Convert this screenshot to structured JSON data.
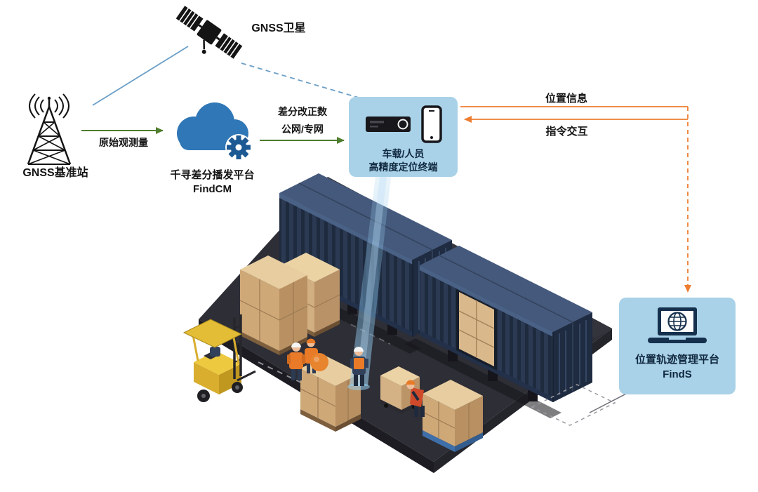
{
  "diagram": {
    "satellite": {
      "label": "GNSS卫星"
    },
    "base_station": {
      "label": "GNSS基准站"
    },
    "cloud": {
      "name": "千寻差分播发平台",
      "product": "FindCM"
    },
    "terminal": {
      "line1": "车载/人员",
      "line2": "高精度定位终端"
    },
    "platform": {
      "name": "位置轨迹管理平台",
      "product": "FindS"
    },
    "edges": {
      "raw_observation": "原始观测量",
      "correction_line1": "差分改正数",
      "correction_line2": "公网/专网",
      "position_info": "位置信息",
      "command_interaction": "指令交互"
    }
  },
  "colors": {
    "node_box_bg": "#a9d2e8",
    "cloud_blue": "#2f77b6",
    "gear_blue": "#1d5a94",
    "green_arrow": "#4e7d2e",
    "orange_arrow": "#ed7d31",
    "link_blue": "#6b9fc7",
    "beam_blue": "#7db9e0",
    "container_navy": "#2b3a52",
    "box_tan": "#cfa878",
    "forklift_yellow": "#e0b52f",
    "floor_dark": "#2e2e36"
  }
}
